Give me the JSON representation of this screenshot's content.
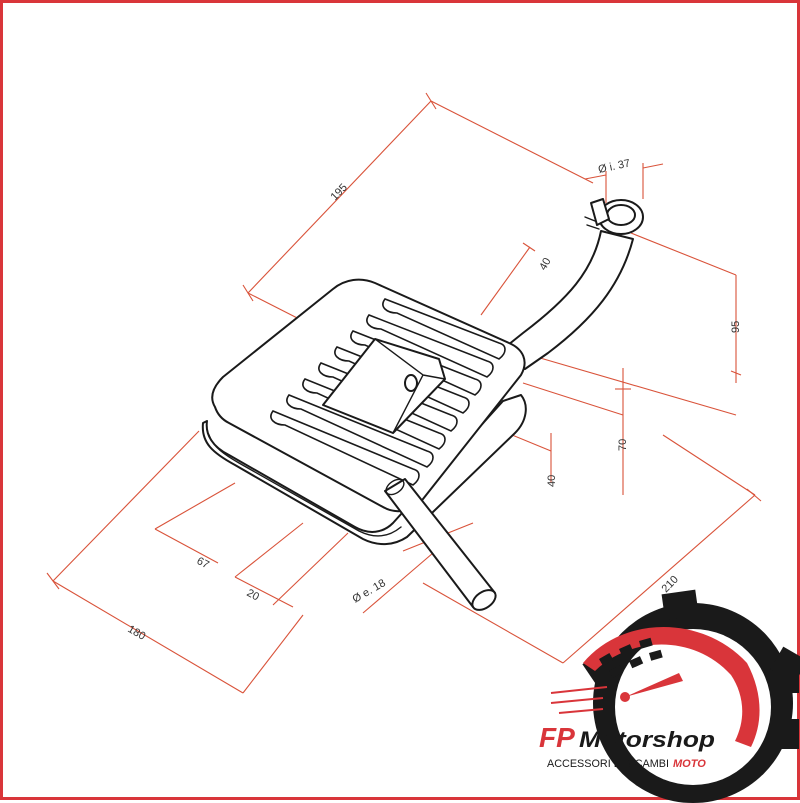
{
  "dimensions": {
    "d195": "195",
    "d_inner_diameter": "Ø i. 37",
    "d40_top": "40",
    "d95": "95",
    "d70": "70",
    "d40_bottom": "40",
    "d67": "67",
    "d20": "20",
    "d_outer_diameter": "Ø e. 18",
    "d210": "210",
    "d180": "180"
  },
  "logo": {
    "brand_fp": "FP",
    "brand_motorshop": "Motorshop",
    "tagline": "ACCESSORI E RICAMBI",
    "tagline_moto": "MOTO"
  },
  "colors": {
    "border": "#d9353a",
    "dimension_lines": "#d9533a",
    "accent": "#d9353a"
  }
}
